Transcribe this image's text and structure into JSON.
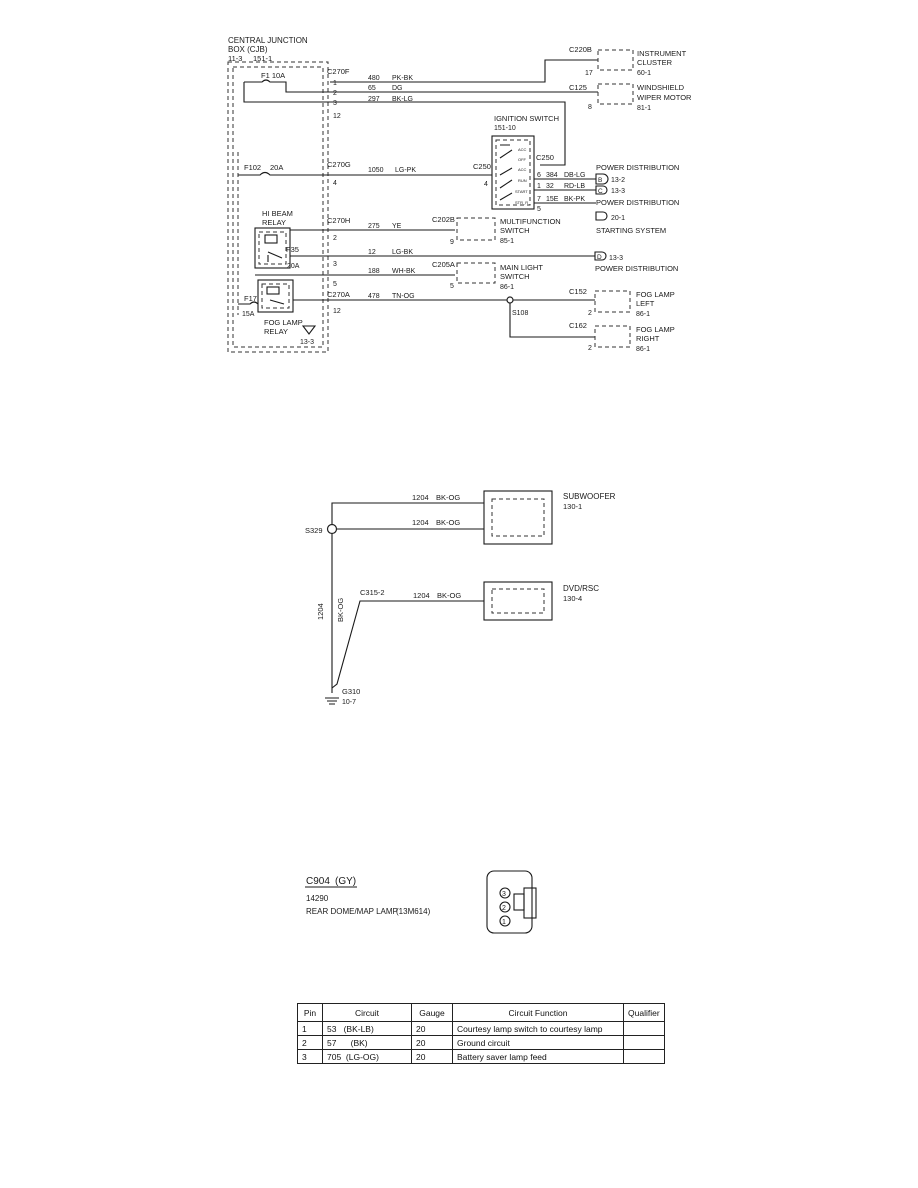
{
  "diagram1": {
    "cjb_title1": "CENTRAL JUNCTION",
    "cjb_title2": "BOX (CJB)",
    "cjb_ref1": "11-3",
    "cjb_ref2": "151-1",
    "fuse_f1": "F1 10A",
    "fuse_f102": "F102",
    "fuse_f102_amp": "20A",
    "fuse_f35": "F35",
    "fuse_f35_amp": "20A",
    "fuse_f17": "F17",
    "fuse_f17_amp": "15A",
    "hibeam_relay1": "HI BEAM",
    "hibeam_relay2": "RELAY",
    "foglamp_relay1": "FOG LAMP",
    "foglamp_relay2": "RELAY",
    "ground_ref": "13-3",
    "conn_c270f": "C270F",
    "conn_c270g": "C270G",
    "conn_c270h": "C270H",
    "conn_c270a": "C270A",
    "pin_1": "1",
    "pin_2": "2",
    "pin_3": "3",
    "pin_12": "12",
    "pin_4": "4",
    "pin_2b": "2",
    "pin_3b": "3",
    "pin_5": "5",
    "pin_12b": "12",
    "wire_480": "480",
    "wire_480_color": "PK-BK",
    "wire_65": "65",
    "wire_65_color": "DG",
    "wire_297": "297",
    "wire_297_color": "BK-LG",
    "wire_1050": "1050",
    "wire_1050_color": "LG-PK",
    "wire_275": "275",
    "wire_275_color": "YE",
    "wire_12": "12",
    "wire_12_color": "LG-BK",
    "wire_188": "188",
    "wire_188_color": "WH-BK",
    "wire_478": "478",
    "wire_478_color": "TN-OG",
    "inst_conn": "C220B",
    "inst_pin": "17",
    "inst_label1": "INSTRUMENT",
    "inst_label2": "CLUSTER",
    "inst_ref": "60-1",
    "wiper_conn": "C125",
    "wiper_pin": "8",
    "wiper_label1": "WINDSHIELD",
    "wiper_label2": "WIPER MOTOR",
    "wiper_ref": "81-1",
    "ign_title": "IGNITION SWITCH",
    "ign_ref": "151-10",
    "ign_conn_l": "C250",
    "ign_conn_r": "C250",
    "ign_pin_in": "4",
    "ign_pos_acc": "ACC",
    "ign_pos_off": "OFF",
    "ign_pos_acc2": "ACC",
    "ign_pos_run": "RUN",
    "ign_pos_start": "START",
    "ign_pos_run2": "STR_R",
    "ign_out1_pin": "6",
    "ign_out1_num": "384",
    "ign_out1_color": "DB-LG",
    "ign_out2_pin": "1",
    "ign_out2_num": "32",
    "ign_out2_color": "RD-LB",
    "ign_out3_pin": "7",
    "ign_out3_num": "15E",
    "ign_out3_color": "BK-PK",
    "ign_out4_pin": "5",
    "pd_label1": "POWER DISTRIBUTION",
    "pd_b": "B",
    "pd_b_ref": "13-2",
    "pd_c": "C",
    "pd_c_ref": "13-3",
    "pd_label2": "POWER DISTRIBUTION",
    "ss_ref": "20-1",
    "ss_label": "STARTING SYSTEM",
    "mf_conn": "C202B",
    "mf_pin": "9",
    "mf_label1": "MULTIFUNCTION",
    "mf_label2": "SWITCH",
    "mf_ref": "85-1",
    "pd_d": "D",
    "pd_d_ref": "13-3",
    "pd_label3": "POWER DISTRIBUTION",
    "ml_conn": "C205A",
    "ml_pin": "5",
    "ml_label1": "MAIN LIGHT",
    "ml_label2": "SWITCH",
    "ml_ref": "86-1",
    "splice_s108": "S108",
    "fl_conn": "C152",
    "fl_pin": "2",
    "fl_label1": "FOG LAMP",
    "fl_label2": "LEFT",
    "fl_ref": "86-1",
    "fr_conn": "C162",
    "fr_pin": "2",
    "fr_label1": "FOG LAMP",
    "fr_label2": "RIGHT",
    "fr_ref": "86-1"
  },
  "diagram2": {
    "wire1_num": "1204",
    "wire1_color": "BK-OG",
    "wire2_num": "1204",
    "wire2_color": "BK-OG",
    "wire3_num": "1204",
    "wire3_color": "BK-OG",
    "vert_num": "1204",
    "vert_color": "BK-OG",
    "splice": "S329",
    "conn": "C315-2",
    "sub_label": "SUBWOOFER",
    "sub_ref": "130-1",
    "dvd_label": "DVD/RSC",
    "dvd_ref": "130-4",
    "ground": "G310",
    "ground_ref": "10-7"
  },
  "connector": {
    "id": "C904",
    "color_code": "(GY)",
    "part": "14290",
    "desc": "REAR DOME/MAP LAMP",
    "desc_part": "(13M614)",
    "pin3": "3",
    "pin2": "2",
    "pin1": "1"
  },
  "pin_table": {
    "headers": [
      "Pin",
      "Circuit",
      "Gauge",
      "Circuit Function",
      "Qualifier"
    ],
    "rows": [
      {
        "pin": "1",
        "circuit": "53",
        "color": "(BK-LB)",
        "gauge": "20",
        "function": "Courtesy lamp switch to courtesy lamp",
        "qualifier": ""
      },
      {
        "pin": "2",
        "circuit": "57",
        "color": "(BK)",
        "gauge": "20",
        "function": "Ground circuit",
        "qualifier": ""
      },
      {
        "pin": "3",
        "circuit": "705",
        "color": "(LG-OG)",
        "gauge": "20",
        "function": "Battery saver lamp feed",
        "qualifier": ""
      }
    ]
  }
}
